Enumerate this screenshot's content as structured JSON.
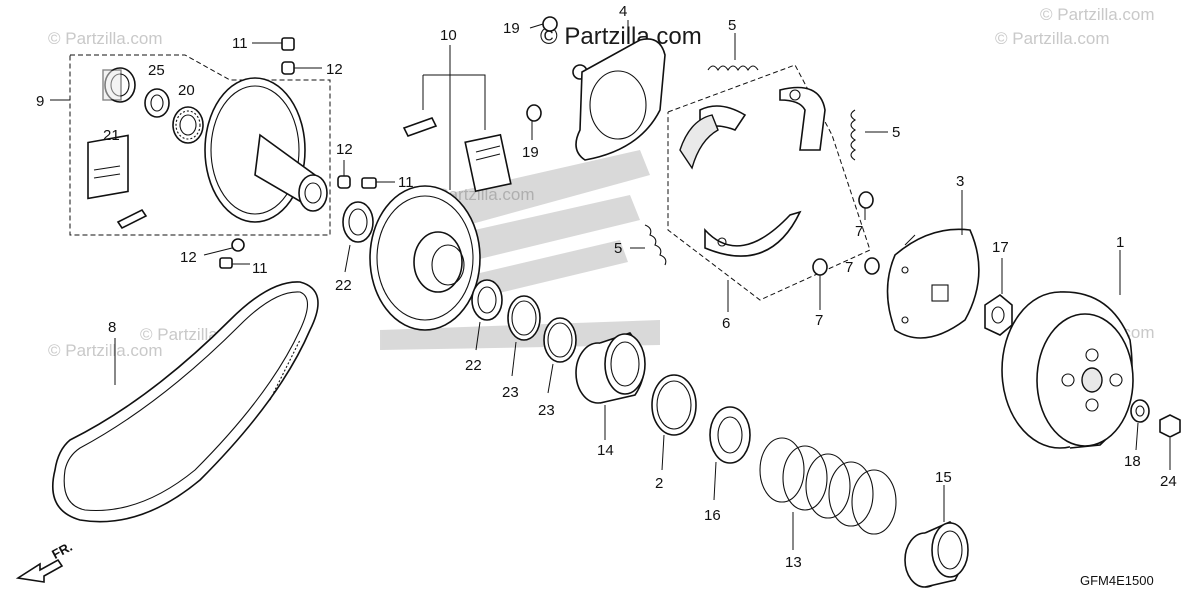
{
  "watermark": {
    "main": "© Partzilla.com",
    "faint": [
      "© Partzilla.com",
      "© Partzilla.com",
      "© Partzilla.com",
      "© Partzilla.com",
      "© Partzilla.com",
      "© Partzilla.com",
      "© Partzilla.com"
    ]
  },
  "callouts": [
    "9",
    "25",
    "20",
    "21",
    "11",
    "12",
    "12",
    "11",
    "12",
    "11",
    "10",
    "22",
    "22",
    "23",
    "23",
    "14",
    "19",
    "19",
    "4",
    "5",
    "5",
    "5",
    "6",
    "7",
    "7",
    "7",
    "3",
    "17",
    "1",
    "2",
    "16",
    "13",
    "15",
    "18",
    "24",
    "8"
  ],
  "diagram_code": "GFM4E1500",
  "front_arrow_label": "FR."
}
